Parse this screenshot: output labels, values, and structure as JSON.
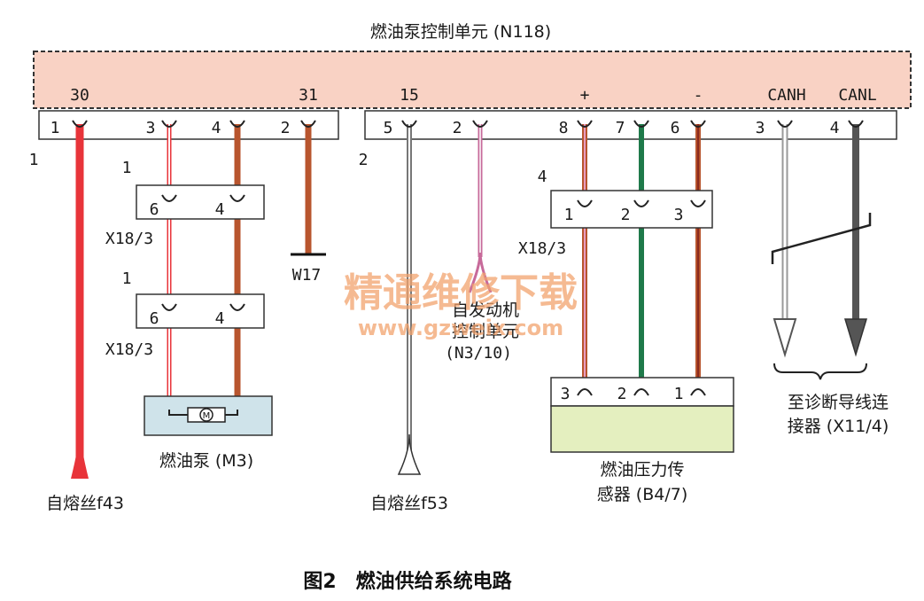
{
  "title": "图2　燃油供给系统电路",
  "watermark": {
    "line1": "精通维修下载",
    "line2": "www.gzweix.com"
  },
  "ecu": {
    "name": "燃油泵控制单元 (N118)",
    "terminals": [
      "30",
      "31",
      "15",
      "+",
      "-",
      "CANH",
      "CANL"
    ],
    "connector_left": {
      "id": "1",
      "pins": [
        "1",
        "3",
        "4",
        "2"
      ]
    },
    "connector_right": {
      "id": "2",
      "pins": [
        "5",
        "2",
        "8",
        "7",
        "6",
        "3",
        "4"
      ]
    }
  },
  "connectors": [
    {
      "name": "X18/3",
      "id": "1",
      "pins": [
        "6",
        "4"
      ]
    },
    {
      "name": "X18/3",
      "id": "1",
      "pins": [
        "6",
        "4"
      ]
    },
    {
      "name": "X18/3",
      "id": "4",
      "pins": [
        "1",
        "2",
        "3"
      ]
    }
  ],
  "ground": "W17",
  "motor_symbol": "M",
  "fuel_pump": "燃油泵 (M3)",
  "fuse_f43": "自熔丝f43",
  "fuse_f53": "自熔丝f53",
  "engine_ecu": {
    "line1": "自发动机",
    "line2": "控制单元",
    "line3": "(N3/10)"
  },
  "pressure_sensor": {
    "label_line1": "燃油压力传",
    "label_line2": "感器 (B4/7)",
    "pins": [
      "3",
      "2",
      "1"
    ]
  },
  "diag_connector": {
    "line1": "至诊断导线连",
    "line2": "接器 (X11/4)"
  },
  "colors": {
    "ecu_fill": "#f9d2c4",
    "red_wire": "#e8343a",
    "brown_wire": "#b8552e",
    "pink_wire": "#c76a9a",
    "green_wire": "#1f7a4a",
    "pump_fill": "#cfe3ea",
    "sensor_fill": "#e4efbf"
  }
}
